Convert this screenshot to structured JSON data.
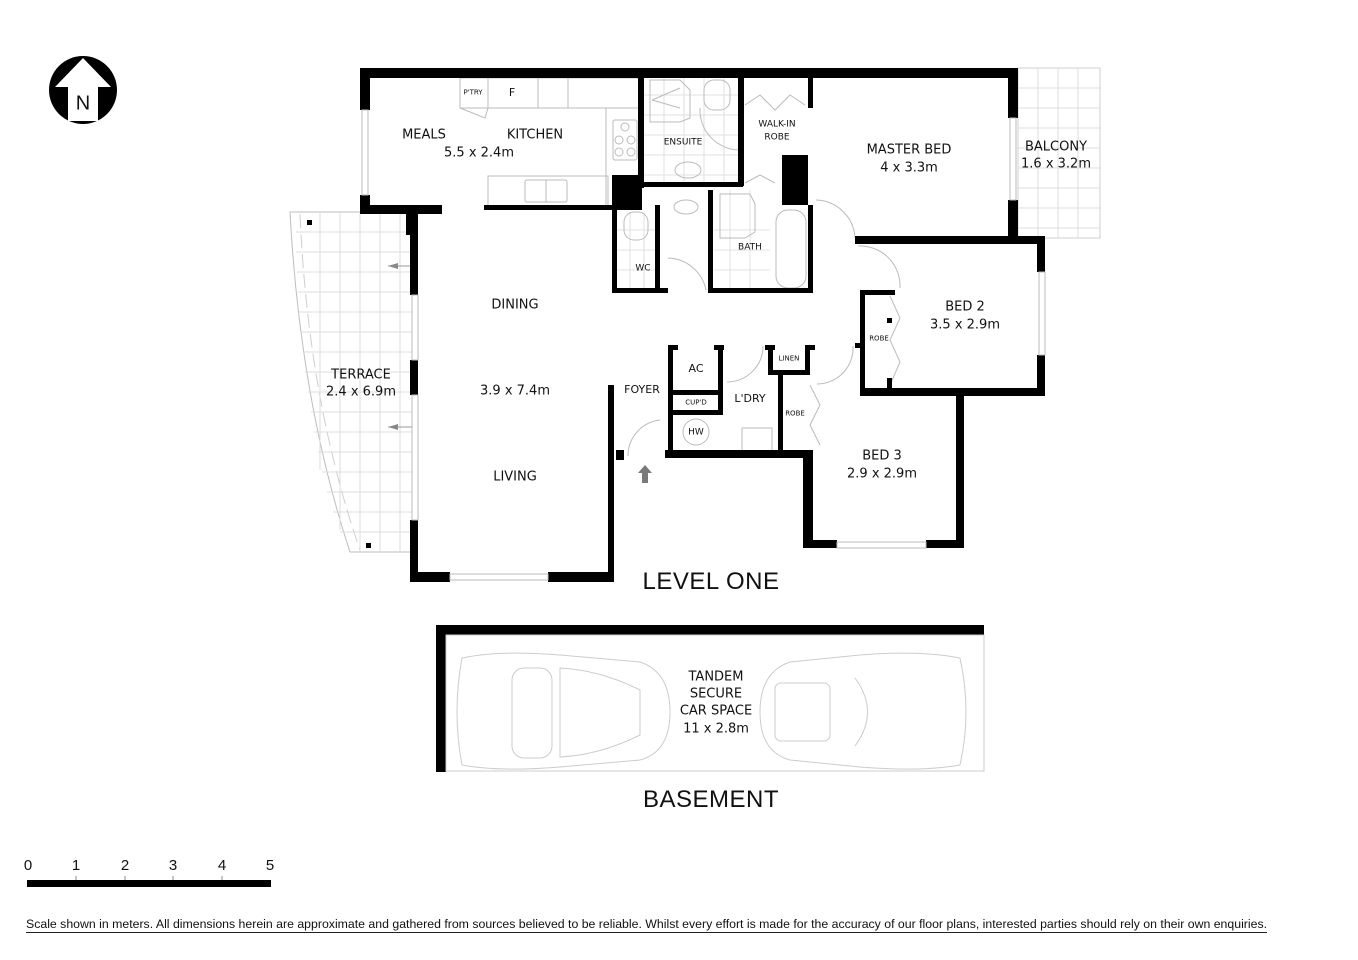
{
  "north_arrow": {
    "letter": "N"
  },
  "levels": {
    "level_one": "LEVEL ONE",
    "basement": "BASEMENT"
  },
  "rooms": {
    "pantry": "P'TRY",
    "fridge": "F",
    "meals": "MEALS",
    "kitchen": "KITCHEN",
    "kitchen_size": "5.5 x 2.4m",
    "ensuite": "ENSUITE",
    "walk_in_robe_1": "WALK-IN",
    "walk_in_robe_2": "ROBE",
    "master_bed": "MASTER BED",
    "master_bed_size": "4 x 3.3m",
    "balcony": "BALCONY",
    "balcony_size": "1.6 x 3.2m",
    "wc": "WC",
    "bath": "BATH",
    "dining": "DINING",
    "living_size": "3.9 x 7.4m",
    "living": "LIVING",
    "terrace": "TERRACE",
    "terrace_size": "2.4 x 6.9m",
    "foyer": "FOYER",
    "ac": "AC",
    "cupboard": "CUP'D",
    "hot_water": "HW",
    "laundry": "L'DRY",
    "linen": "LINEN",
    "robe_bed2": "ROBE",
    "robe_bed3": "ROBE",
    "bed2": "BED 2",
    "bed2_size": "3.5 x 2.9m",
    "bed3": "BED 3",
    "bed3_size": "2.9 x 2.9m"
  },
  "car_space": {
    "line1": "TANDEM",
    "line2": "SECURE",
    "line3": "CAR SPACE",
    "size": "11 x 2.8m"
  },
  "scale_bar": {
    "ticks": [
      "0",
      "1",
      "2",
      "3",
      "4",
      "5"
    ],
    "unit": "meters"
  },
  "disclaimer": "Scale shown in meters. All dimensions herein are approximate and gathered from sources believed to be  reliable. Whilst every effort is made for the accuracy of our floor plans, interested parties should rely on their own enquiries.",
  "colors": {
    "wall": "#000000",
    "fixture": "#b8b8b8",
    "text": "#111111",
    "arrow": "#7a7a7a"
  }
}
